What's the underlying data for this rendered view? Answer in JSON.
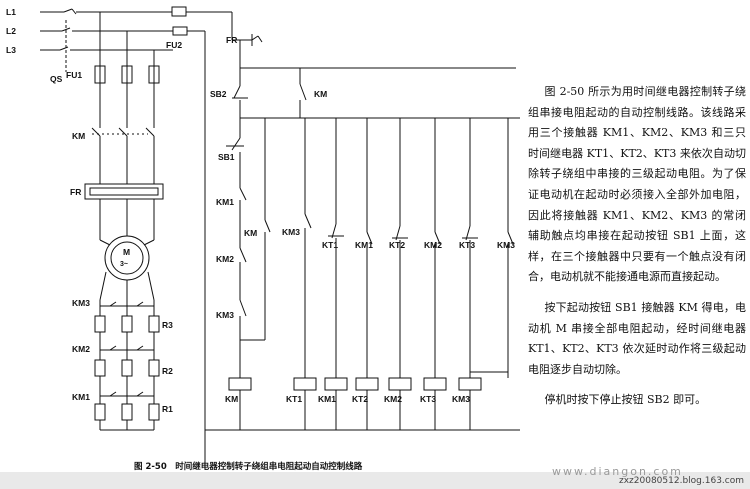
{
  "diagram": {
    "labels": {
      "L1": "L1",
      "L2": "L2",
      "L3": "L3",
      "FU1": "FU1",
      "FU2": "FU2",
      "QS": "QS",
      "KM": "KM",
      "FR": "FR",
      "motor_M": "M",
      "motor_3": "3~",
      "KM1": "KM1",
      "KM2": "KM2",
      "KM3": "KM3",
      "R1": "R1",
      "R2": "R2",
      "R3": "R3",
      "SB1": "SB1",
      "SB2": "SB2",
      "KT1": "KT1",
      "KT2": "KT2",
      "KT3": "KT3"
    }
  },
  "text": {
    "para1": "图 2-50 所示为用时间继电器控制转子绕组串接电阻起动的自动控制线路。该线路采用三个接触器 KM1、KM2、KM3 和三只时间继电器 KT1、KT2、KT3 来依次自动切除转子绕组中串接的三级起动电阻。为了保证电动机在起动时必须接入全部外加电阻，因此将接触器 KM1、KM2、KM3 的常闭辅助触点均串接在起动按钮 SB1 上面，这样，在三个接触器中只要有一个触点没有闭合，电动机就不能接通电源而直接起动。",
    "para2": "按下起动按钮 SB1 接触器 KM 得电，电动机 M 串接全部电阻起动，经时间继电器 KT1、KT2、KT3 依次延时动作将三级起动电阻逐步自动切除。",
    "para3": "停机时按下停止按钮 SB2 即可。"
  },
  "caption": "图 2-50　时间继电器控制转子绕组串电阻起动自动控制线路",
  "watermark": "www.diangon.com",
  "blog": "zxz20080512.blog.163.com"
}
